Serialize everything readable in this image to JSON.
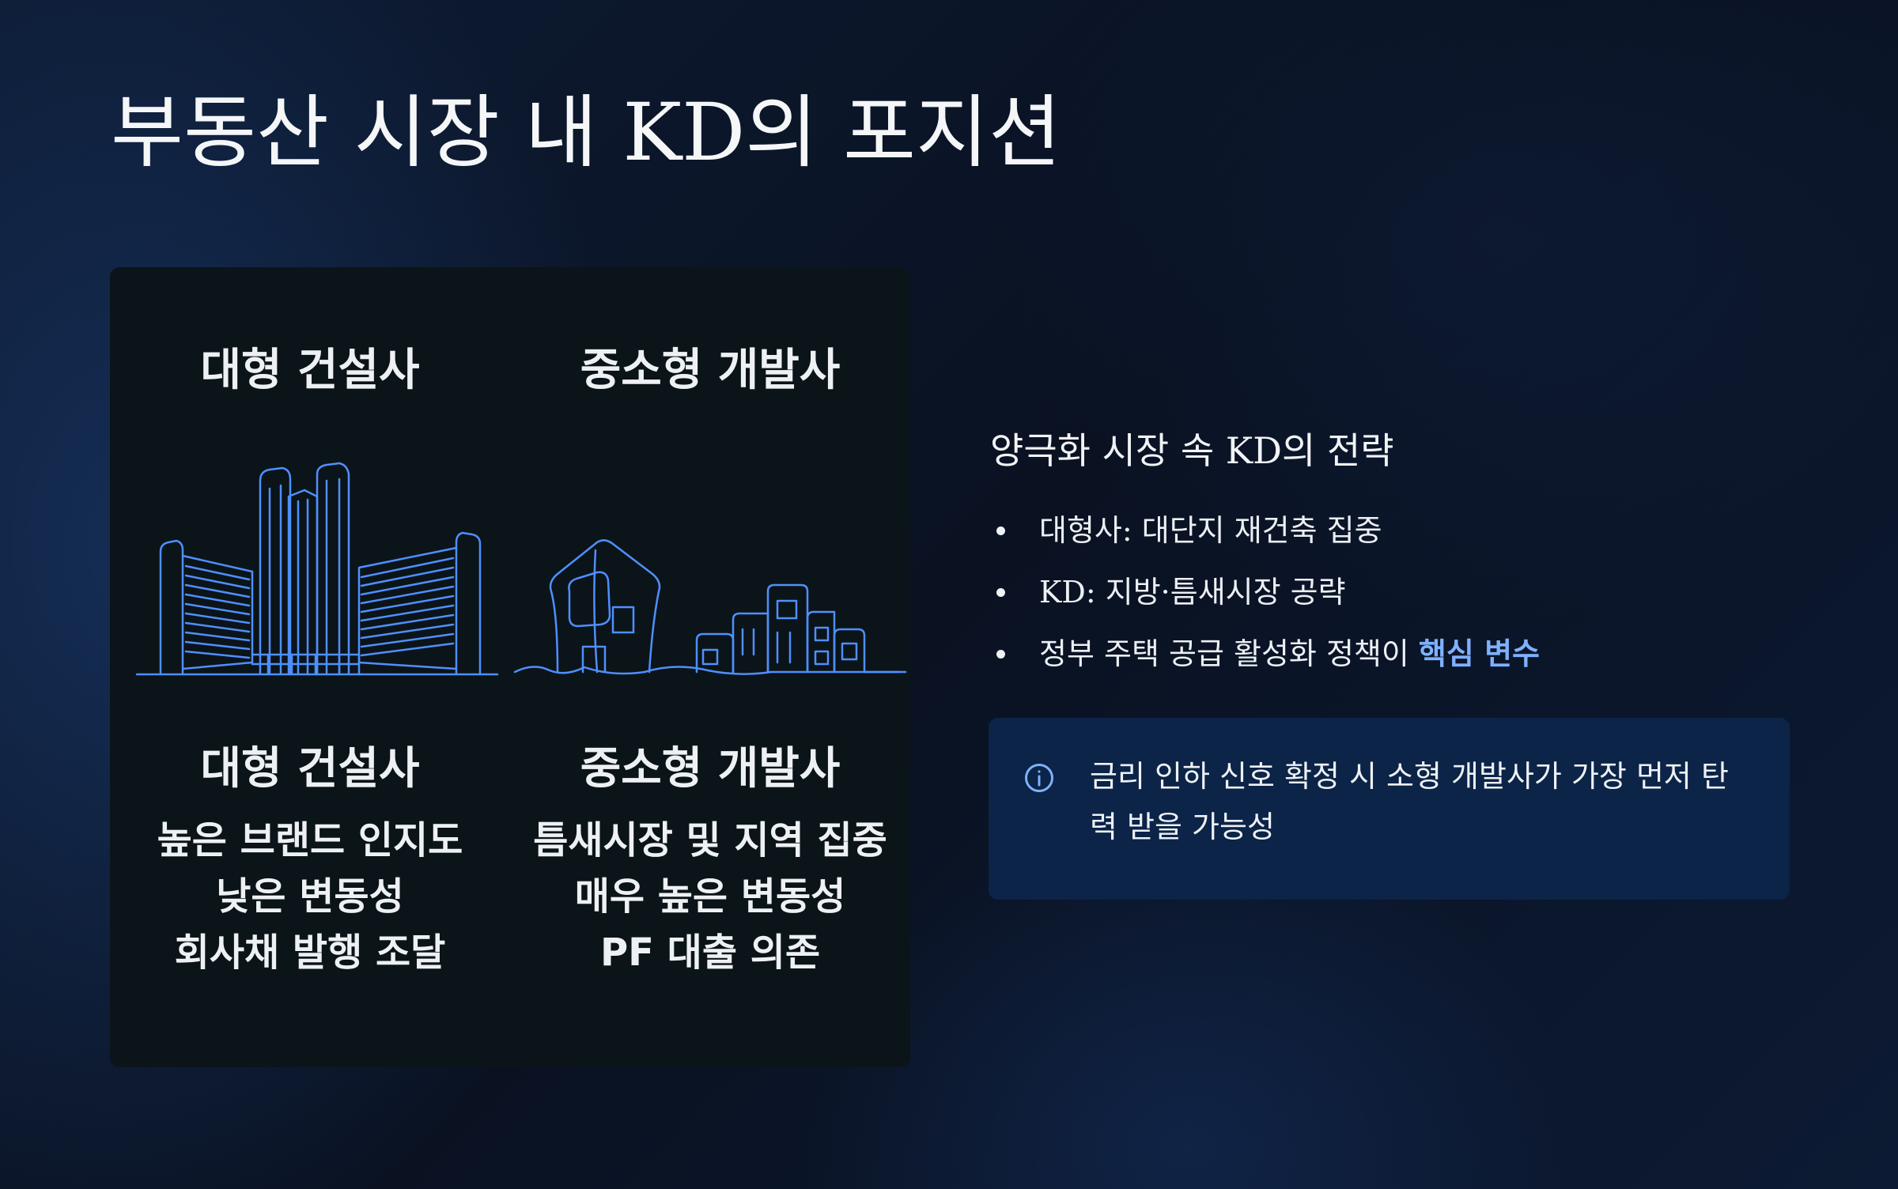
{
  "title": "부동산 시장 내 KD의 포지션",
  "panel": {
    "large": {
      "heading": "대형 건설사",
      "subheading": "대형 건설사",
      "lines": [
        "높은 브랜드 인지도",
        "낮은 변동성",
        "회사채 발행 조달"
      ]
    },
    "small": {
      "heading": "중소형 개발사",
      "subheading": "중소형 개발사",
      "lines": [
        "틈새시장 및 지역 집중",
        "매우 높은 변동성",
        "PF 대출 의존"
      ]
    }
  },
  "strategy": {
    "title": "양극화 시장 속 KD의 전략",
    "bullets": [
      {
        "text": "대형사: 대단지 재건축 집중"
      },
      {
        "text": "KD: 지방·틈새시장 공략"
      },
      {
        "text": "정부 주택 공급 활성화 정책이 ",
        "highlight": "핵심 변수"
      }
    ]
  },
  "callout": {
    "icon": "info-circle-icon",
    "text": "금리 인하 신호 확정 시 소형 개발사가 가장 먼저 탄력 받을 가능성"
  },
  "colors": {
    "accent": "#7fb1ff",
    "line_art": "#4f8fff",
    "callout_bg": "#0b2447",
    "panel_bg": "#0b1418"
  }
}
